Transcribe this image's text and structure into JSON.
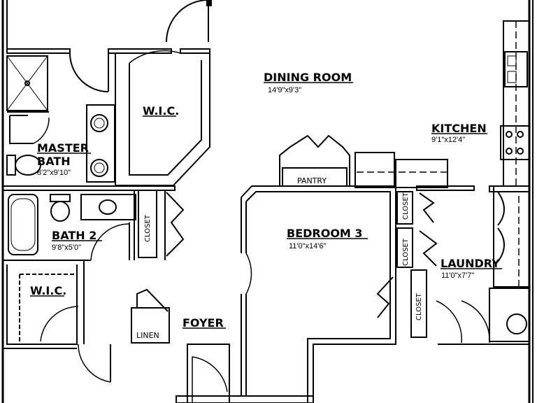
{
  "rooms": {
    "dining_room": {
      "name": "DINING ROOM",
      "dims": "14'9\"x9'3\""
    },
    "kitchen": {
      "name": "KITCHEN",
      "dims": "9'1\"x12'4\""
    },
    "master_bath": {
      "name_line1": "MASTER",
      "name_line2": "BATH",
      "dims": "8'2\"x9'10\""
    },
    "wic_upper": {
      "name": "W.I.C."
    },
    "bath_2": {
      "name": "BATH 2",
      "dims": "9'8\"x5'0\""
    },
    "bedroom_3": {
      "name": "BEDROOM 3",
      "dims": "11'0\"x14'6\""
    },
    "laundry": {
      "name": "LAUNDRY",
      "dims": "11'0\"x7'7\""
    },
    "wic_lower": {
      "name": "W.I.C."
    },
    "foyer": {
      "name": "FOYER"
    }
  },
  "fixtures": {
    "pantry": "PANTRY",
    "linen": "LINEN",
    "closet_bath2": "CLOSET",
    "closet_bed3_top": "CLOSET",
    "closet_bed3_mid": "CLOSET",
    "closet_bed3_low": "CLOSET"
  },
  "colors": {
    "line": "#000000",
    "background": "#ffffff"
  }
}
